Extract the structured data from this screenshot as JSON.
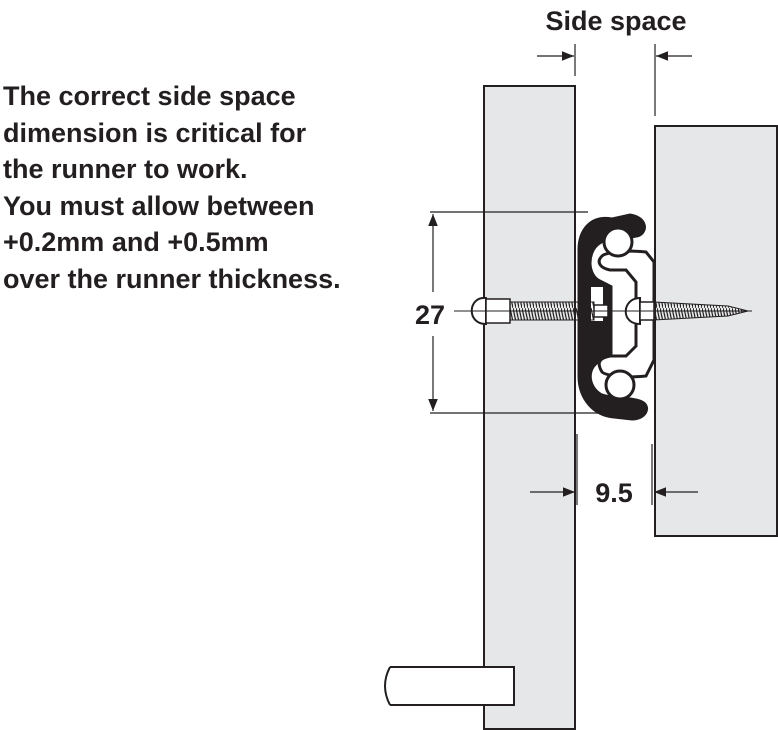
{
  "header": {
    "side_space_label": "Side space"
  },
  "instructions": {
    "lines": [
      "The correct side space",
      "dimension is critical for",
      "the runner to work.",
      "You must allow between",
      "+0.2mm and +0.5mm",
      "over the runner thickness."
    ]
  },
  "dimensions": {
    "height_label": "27",
    "thickness_label": "9.5"
  },
  "colors": {
    "panel_fill": "#e6e7e8",
    "stroke": "#231f20"
  }
}
